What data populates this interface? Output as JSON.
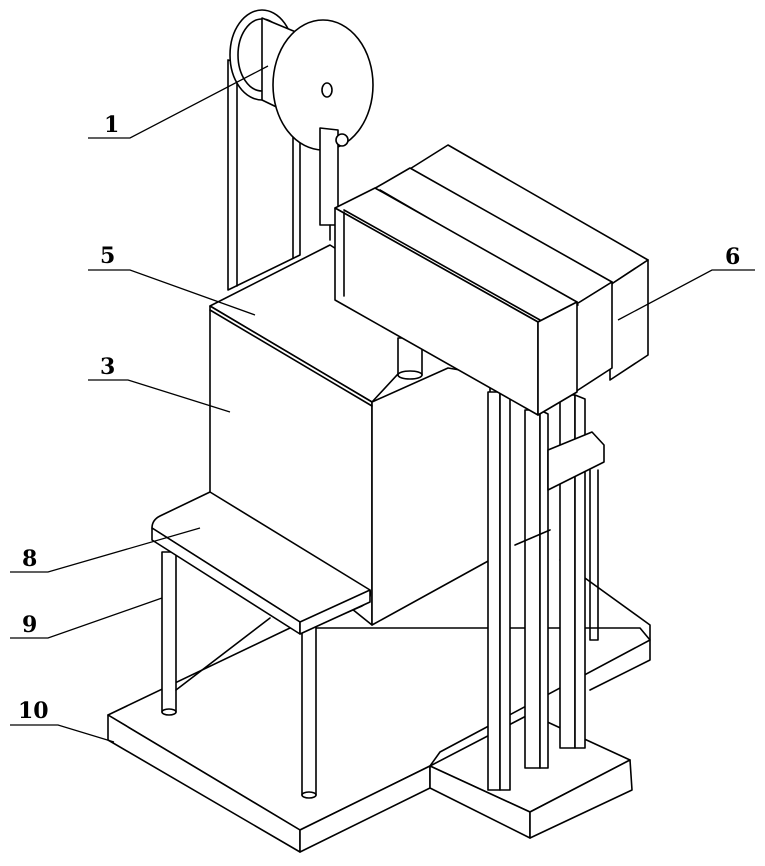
{
  "labels": {
    "l1": "1",
    "l5": "5",
    "l3": "3",
    "l8": "8",
    "l9": "9",
    "l10": "10",
    "l6": "6"
  }
}
